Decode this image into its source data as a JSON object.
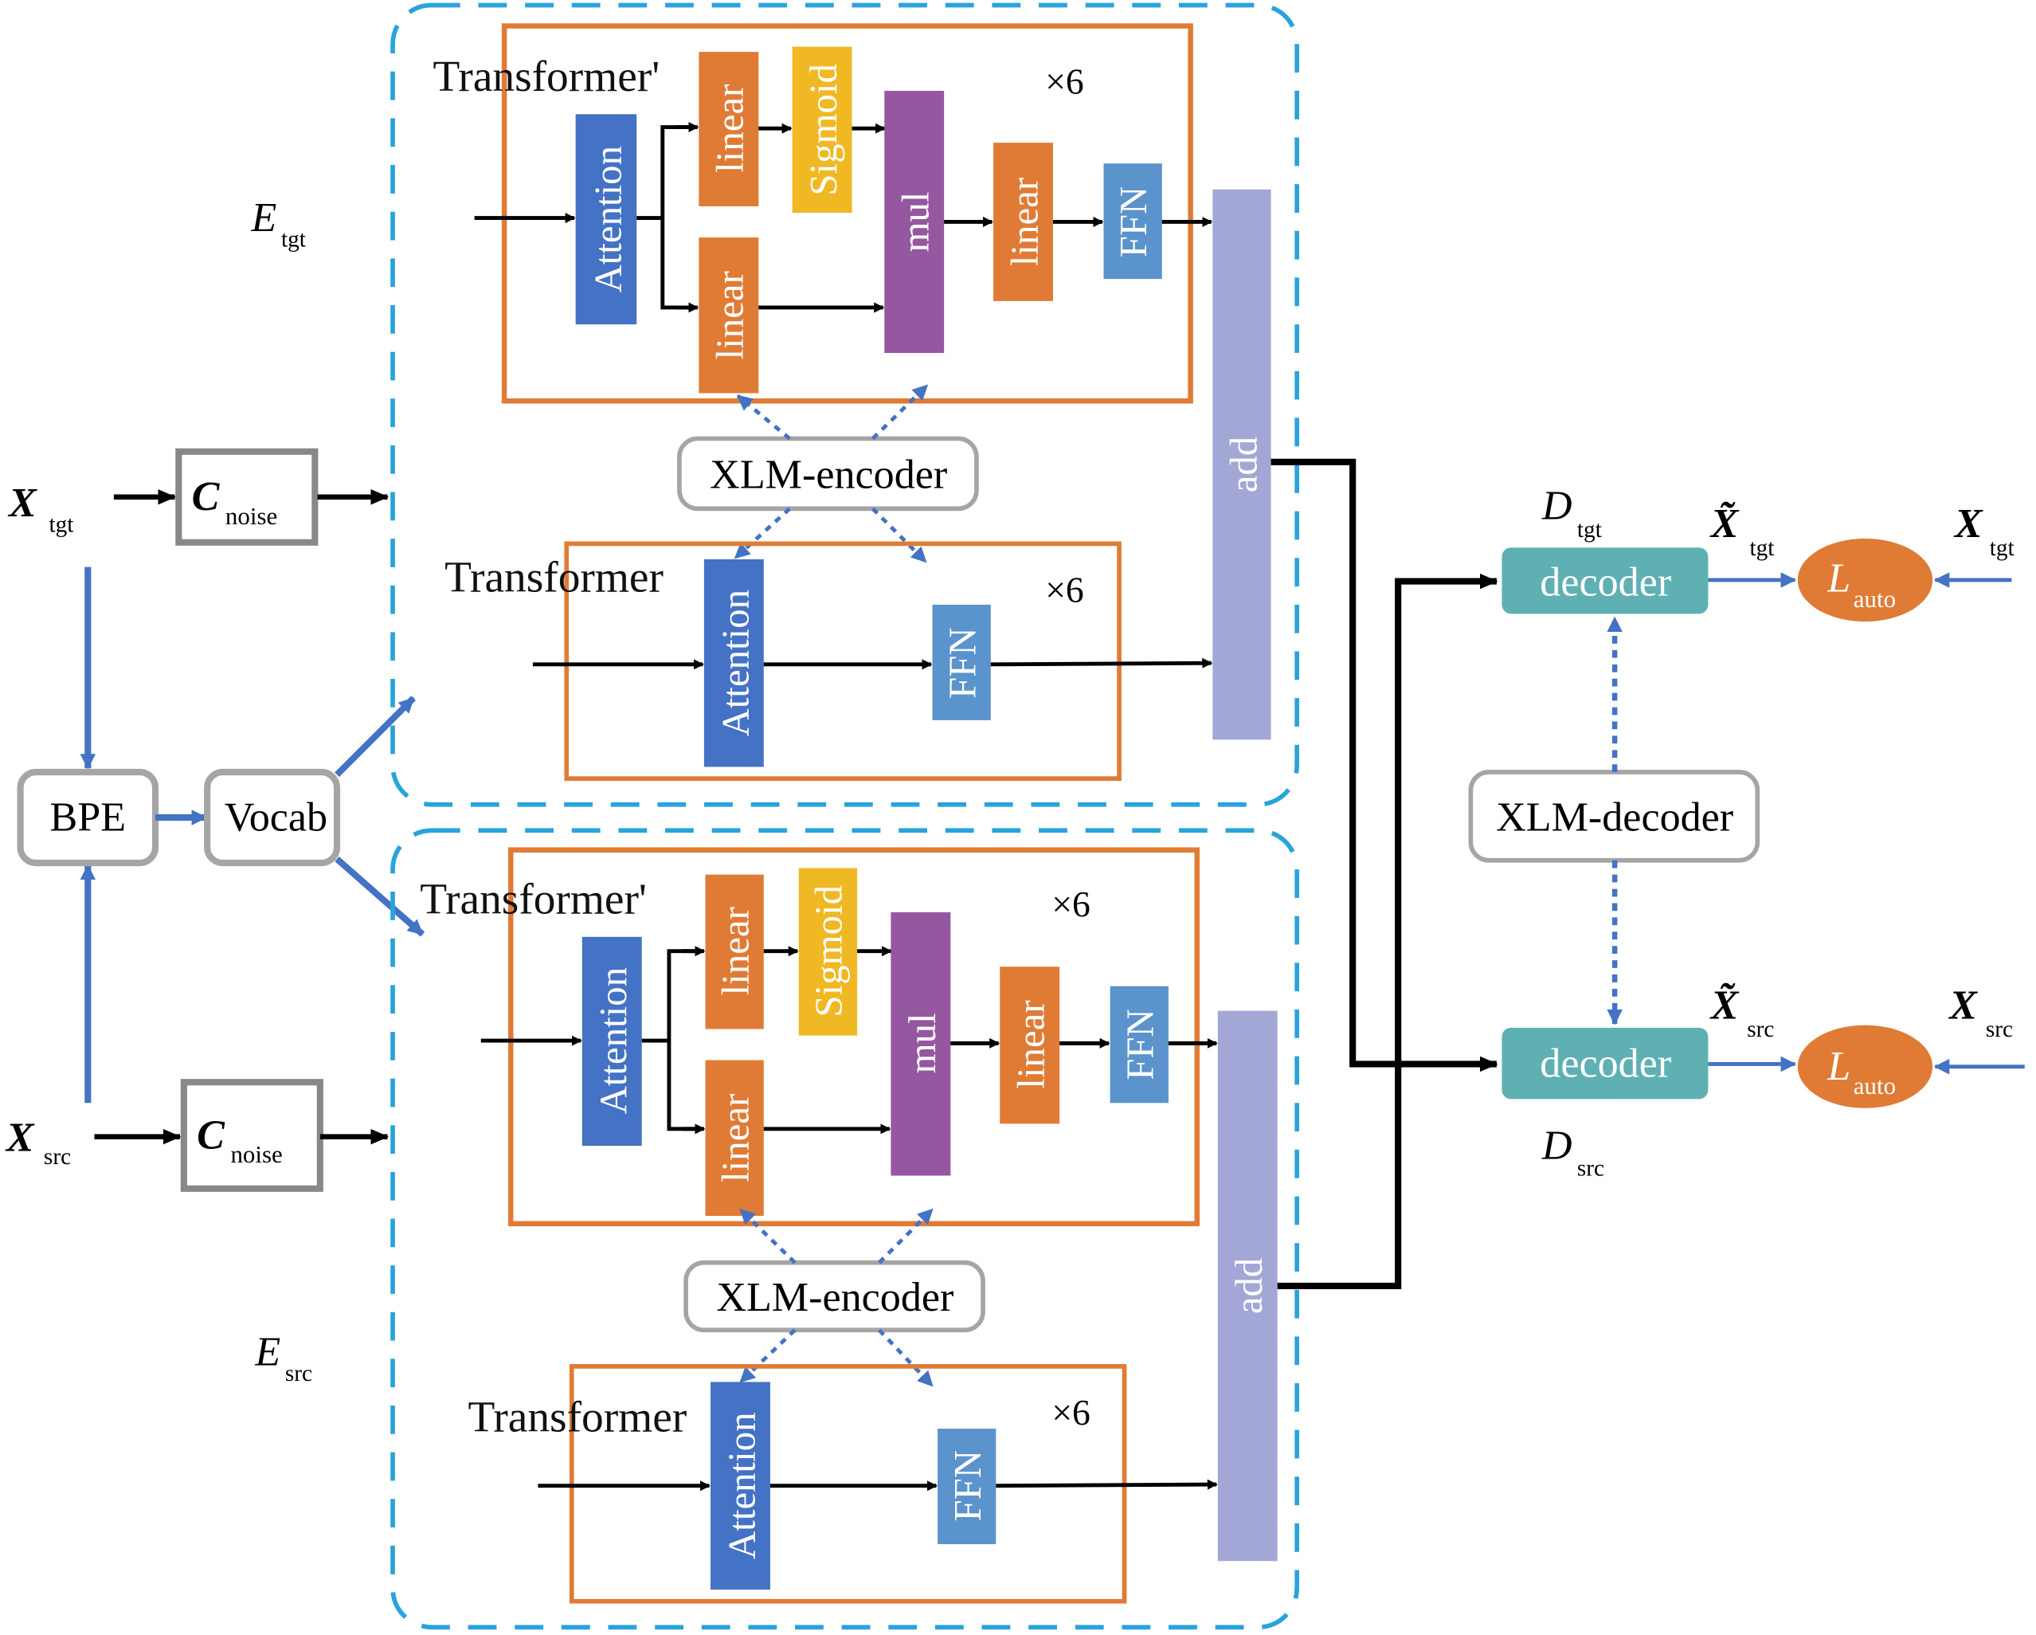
{
  "inputs": {
    "x_tgt": {
      "main": "X",
      "sub": "tgt"
    },
    "x_src": {
      "main": "X",
      "sub": "src"
    },
    "c_noise_tgt": {
      "main": "C",
      "sub": "noise"
    },
    "c_noise_src": {
      "main": "C",
      "sub": "noise"
    },
    "bpe": "BPE",
    "vocab": "Vocab"
  },
  "encoders": {
    "tgt": {
      "name": {
        "main": "E",
        "sub": "tgt"
      },
      "transformer_prime": {
        "title": "Transformer'",
        "repeat": "×6",
        "blocks": {
          "attention": "Attention",
          "linear_top": "linear",
          "sigmoid": "Sigmoid",
          "linear_bottom": "linear",
          "mul": "mul",
          "linear_out": "linear",
          "ffn": "FFN"
        }
      },
      "xlm_encoder": "XLM-encoder",
      "transformer": {
        "title": "Transformer",
        "repeat": "×6",
        "blocks": {
          "attention": "Attention",
          "ffn": "FFN"
        }
      },
      "add": "add"
    },
    "src": {
      "name": {
        "main": "E",
        "sub": "src"
      },
      "transformer_prime": {
        "title": "Transformer'",
        "repeat": "×6",
        "blocks": {
          "attention": "Attention",
          "linear_top": "linear",
          "sigmoid": "Sigmoid",
          "linear_bottom": "linear",
          "mul": "mul",
          "linear_out": "linear",
          "ffn": "FFN"
        }
      },
      "xlm_encoder": "XLM-encoder",
      "transformer": {
        "title": "Transformer",
        "repeat": "×6",
        "blocks": {
          "attention": "Attention",
          "ffn": "FFN"
        }
      },
      "add": "add"
    }
  },
  "decoders": {
    "tgt": {
      "name": {
        "main": "D",
        "sub": "tgt"
      },
      "label": "decoder",
      "output": {
        "main": "X̃",
        "sub": "tgt"
      },
      "loss": {
        "main": "L",
        "sub": "auto"
      },
      "ref": {
        "main": "X",
        "sub": "tgt"
      }
    },
    "src": {
      "name": {
        "main": "D",
        "sub": "src"
      },
      "label": "decoder",
      "output": {
        "main": "X̃",
        "sub": "src"
      },
      "loss": {
        "main": "L",
        "sub": "auto"
      },
      "ref": {
        "main": "X",
        "sub": "src"
      }
    },
    "xlm_decoder": "XLM-decoder"
  },
  "colors": {
    "attention": "#4472c4",
    "linear": "#e07b35",
    "sigmoid": "#f0b823",
    "mul": "#9457a0",
    "ffn": "#5b93cc",
    "add": "#a3a7d5",
    "decoder": "#5fb0b3",
    "loss": "#e07b35",
    "encoder_border": "#29a3dc",
    "transformer_border": "#e07b35",
    "blue_arrow": "#4472c4",
    "gray_box": "#888888"
  }
}
